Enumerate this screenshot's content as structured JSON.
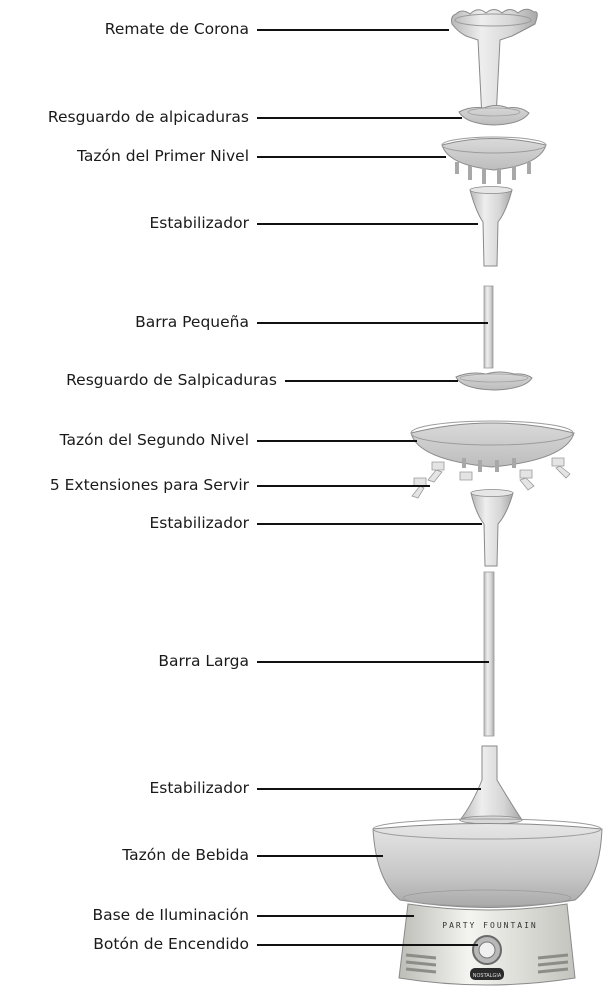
{
  "labels": [
    "Remate de Corona",
    "Resguardo de alpicaduras",
    "Tazón del Primer Nivel",
    "Estabilizador",
    "Barra Pequeña",
    "Resguardo de Salpicaduras",
    "Tazón del Segundo Nivel",
    "5 Extensiones para Servir",
    "Estabilizador",
    "Barra Larga",
    "Estabilizador",
    "Tazón de Bebida",
    "Base de Iluminación",
    "Botón de Encendido"
  ],
  "base_text": "PARTY FOUNTAIN",
  "badge_text": "NOSTALGIA",
  "colors": {
    "line": "#111111",
    "plastic": "#c9c9c9",
    "plastic_dark": "#8a8a8a",
    "base": "#e8e8e4"
  }
}
